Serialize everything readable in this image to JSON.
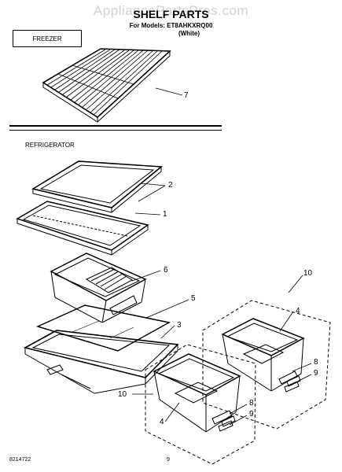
{
  "watermark": "AppliancePartsPros.com",
  "title": "SHELF PARTS",
  "models_line": "For Models: ET8AHKXRQ00",
  "color_line": "(White)",
  "freezer_label": "FREEZER",
  "refrigerator_label": "REFRIGERATOR",
  "callouts": {
    "c7": "7",
    "c2": "2",
    "c1": "1",
    "c6": "6",
    "c5": "5",
    "c3": "3",
    "c10a": "10",
    "c4a": "4",
    "c8a": "8",
    "c9a": "9",
    "c10b": "10",
    "c4b": "4",
    "c8b": "8",
    "c9b": "9"
  },
  "footer": {
    "doc_number": "8214722",
    "page_number": "9"
  }
}
